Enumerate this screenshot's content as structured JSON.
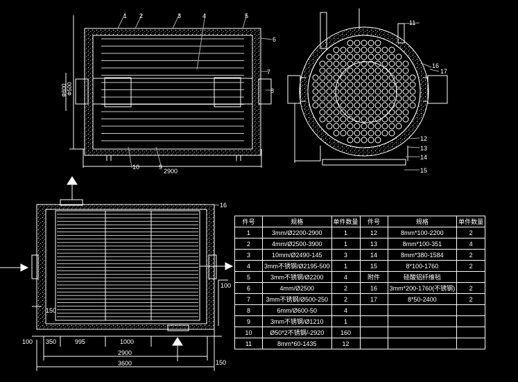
{
  "drawing": {
    "callouts": [
      "1",
      "2",
      "3",
      "4",
      "5",
      "6",
      "7",
      "8",
      "9",
      "10",
      "11",
      "12",
      "13",
      "14",
      "15",
      "16",
      "17",
      "16"
    ],
    "dims": {
      "front_width": "2900",
      "front_flange_h1": "Ф600",
      "front_flange_h2": "Ф500",
      "plan_150": "150",
      "plan_100_left": "100",
      "plan_350": "350",
      "plan_995": "995",
      "plan_1000": "1000",
      "plan_2900": "2900",
      "plan_3600": "3600",
      "plan_100_right": "100",
      "plan_150_right": "150"
    }
  },
  "parts_table": {
    "header": [
      "件号",
      "规格",
      "单件数量",
      "件号",
      "规格",
      "单件数量"
    ],
    "rows": [
      [
        "1",
        "3mm/Ø2200-2900",
        "1",
        "12",
        "8mm*100-2200",
        "2"
      ],
      [
        "2",
        "4mm/Ø2500-3900",
        "1",
        "13",
        "8mm*100-351",
        "4"
      ],
      [
        "3",
        "10mm/Ø2490-145",
        "3",
        "14",
        "8mm*380-1584",
        "2"
      ],
      [
        "4",
        "3mm不锈钢/Ø2195-500",
        "1",
        "15",
        "8*100-1760",
        "2"
      ],
      [
        "5",
        "3mm不锈钢/Ø2200",
        "4",
        "附件",
        "硅酸铝纤维毡",
        ""
      ],
      [
        "6",
        "4mm/Ø2500",
        "2",
        "16",
        "3mm*200-1760(不锈钢)",
        "2"
      ],
      [
        "7",
        "3mm不锈钢/Ø500-250",
        "2",
        "17",
        "8*50-2400",
        "2"
      ],
      [
        "8",
        "6mm/Ø600-50",
        "4",
        "",
        "",
        ""
      ],
      [
        "9",
        "3mm不锈钢/Ø1210",
        "1",
        "",
        "",
        ""
      ],
      [
        "10",
        "Ø50*2不锈钢/-2920",
        "160",
        "",
        "",
        ""
      ],
      [
        "11",
        "8mm*60-1435",
        "12",
        "",
        "",
        ""
      ]
    ]
  }
}
